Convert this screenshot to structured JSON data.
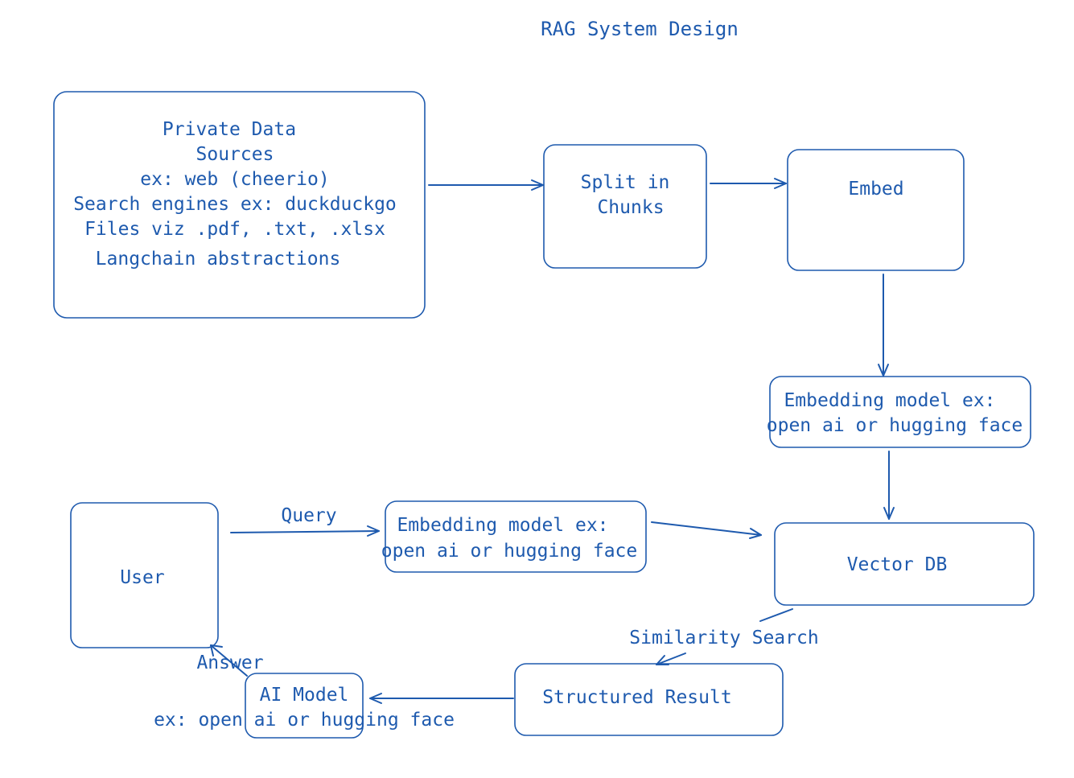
{
  "title": "RAG System Design",
  "nodes": {
    "private_data": {
      "lines": [
        "Private Data",
        "Sources",
        "ex: web (cheerio)",
        "Search engines ex: duckduckgo",
        "Files viz .pdf, .txt, .xlsx",
        "Langchain abstractions"
      ]
    },
    "split": {
      "lines": [
        "Split in",
        "Chunks"
      ]
    },
    "embed": {
      "label": "Embed"
    },
    "embedding_model_docs": {
      "lines": [
        "Embedding model ex:",
        "open ai or hugging face"
      ]
    },
    "vector_db": {
      "label": "Vector DB"
    },
    "user": {
      "label": "User"
    },
    "embedding_model_query": {
      "lines": [
        "Embedding model ex:",
        "open ai or hugging face"
      ]
    },
    "structured_result": {
      "label": "Structured Result"
    },
    "ai_model": {
      "lines": [
        "AI Model",
        "ex: open ai or hugging face"
      ]
    }
  },
  "edges": {
    "query": "Query",
    "similarity_search": "Similarity Search",
    "answer": "Answer"
  }
}
